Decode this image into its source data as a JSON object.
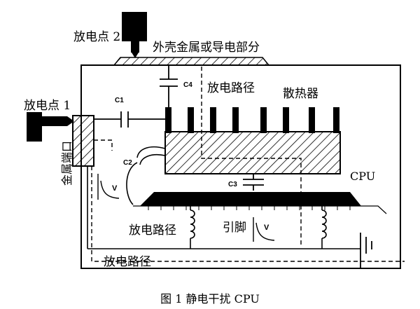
{
  "labels": {
    "discharge_point_2": "放电点 2",
    "housing_metal": "外壳金属或导电部分",
    "discharge_point_1": "放电点 1",
    "metal_port": "金属端口",
    "discharge_path_top": "放电路径",
    "heatsink": "散热器",
    "cpu": "CPU",
    "discharge_path_mid": "放电路径",
    "pins": "引脚",
    "discharge_path_bottom": "放电路径",
    "c1": "C1",
    "c2": "C2",
    "c3": "C3",
    "c4": "C4",
    "waveform_left": "V",
    "waveform_right": "V"
  },
  "caption": "图 1  静电干扰 CPU"
}
